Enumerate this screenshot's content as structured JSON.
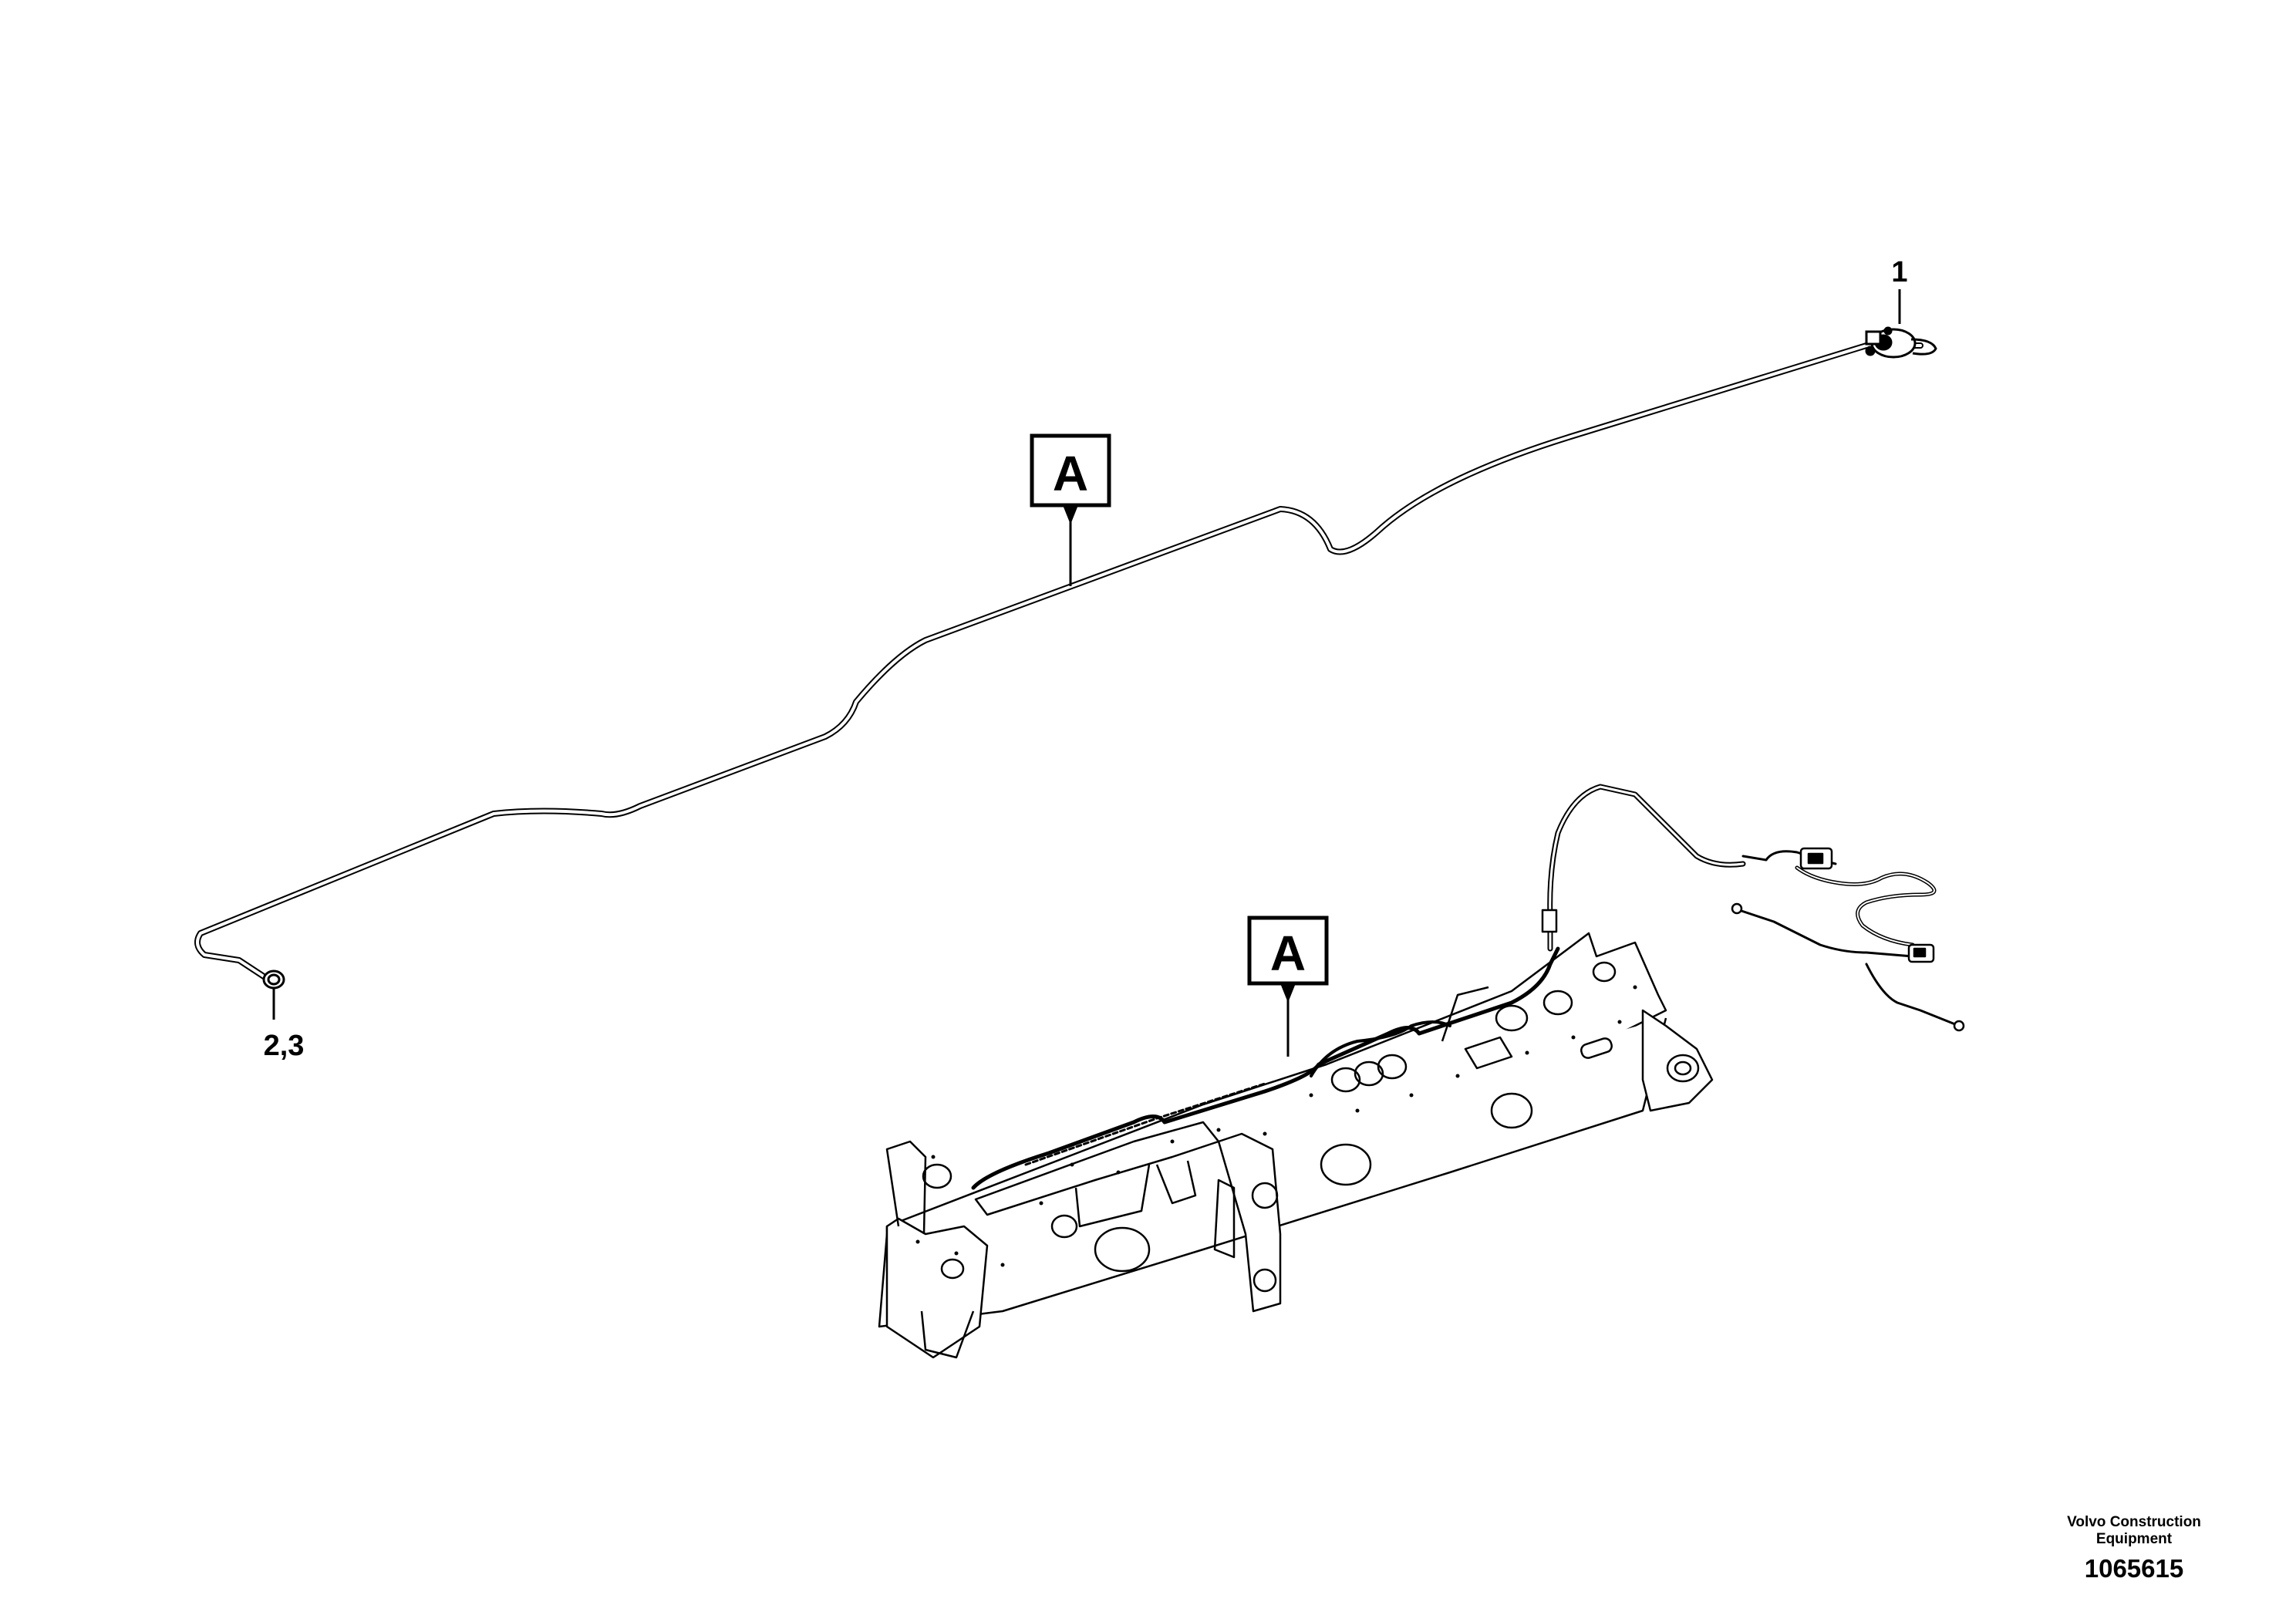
{
  "diagram": {
    "callouts": {
      "part_1": "1",
      "parts_2_3": "2,3"
    },
    "reference_marker": "A",
    "reference_marker_frame": "A"
  },
  "footer": {
    "company": "Volvo Construction\nEquipment",
    "document_number": "1065615"
  },
  "colors": {
    "line": "#000000",
    "background": "#ffffff"
  }
}
